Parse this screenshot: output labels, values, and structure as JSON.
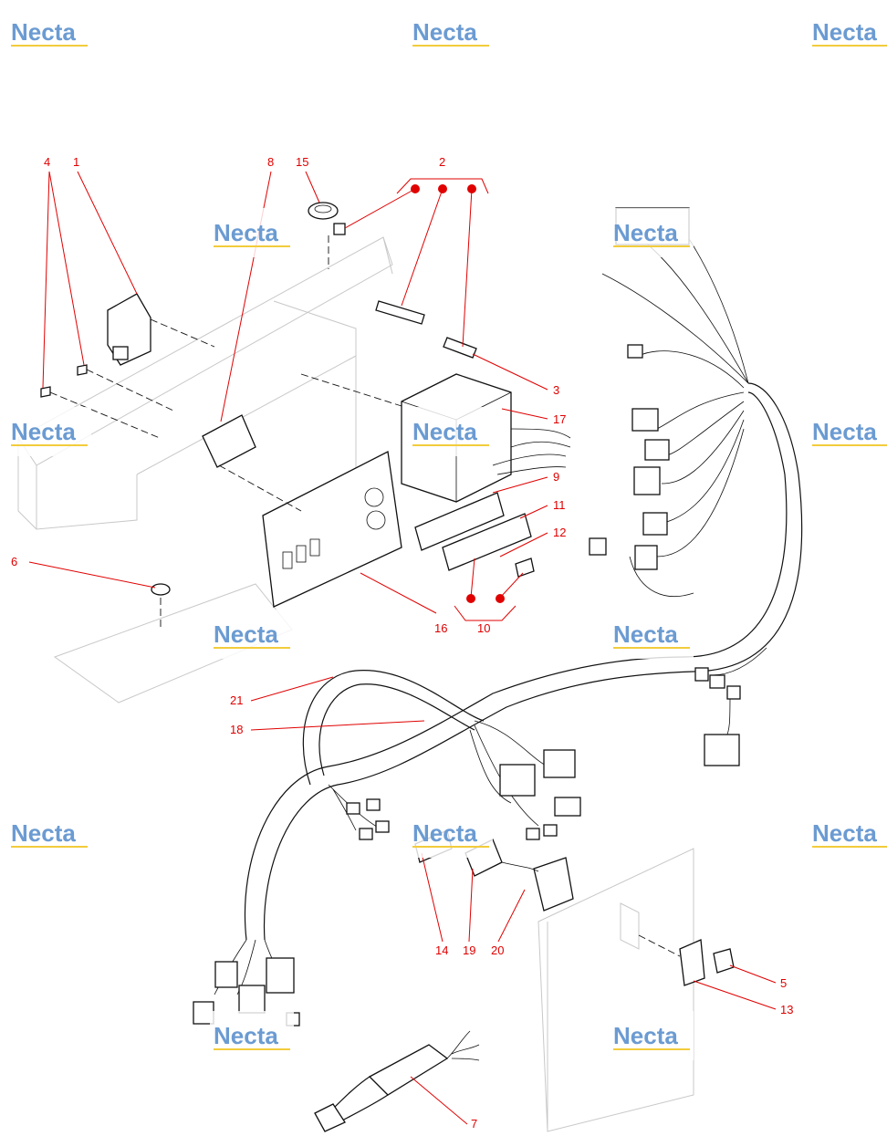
{
  "watermark": {
    "text": "Necta",
    "text_color": "#6b9bd2",
    "underline_color": "#f2cc3c"
  },
  "accent_color": "#e00000",
  "callouts": {
    "c1": "1",
    "c2": "2",
    "c3": "3",
    "c4": "4",
    "c5": "5",
    "c6": "6",
    "c7": "7",
    "c8": "8",
    "c9": "9",
    "c10": "10",
    "c11": "11",
    "c12": "12",
    "c13": "13",
    "c14": "14",
    "c15": "15",
    "c16": "16",
    "c17": "17",
    "c18": "18",
    "c19": "19",
    "c20": "20",
    "c21": "21"
  }
}
